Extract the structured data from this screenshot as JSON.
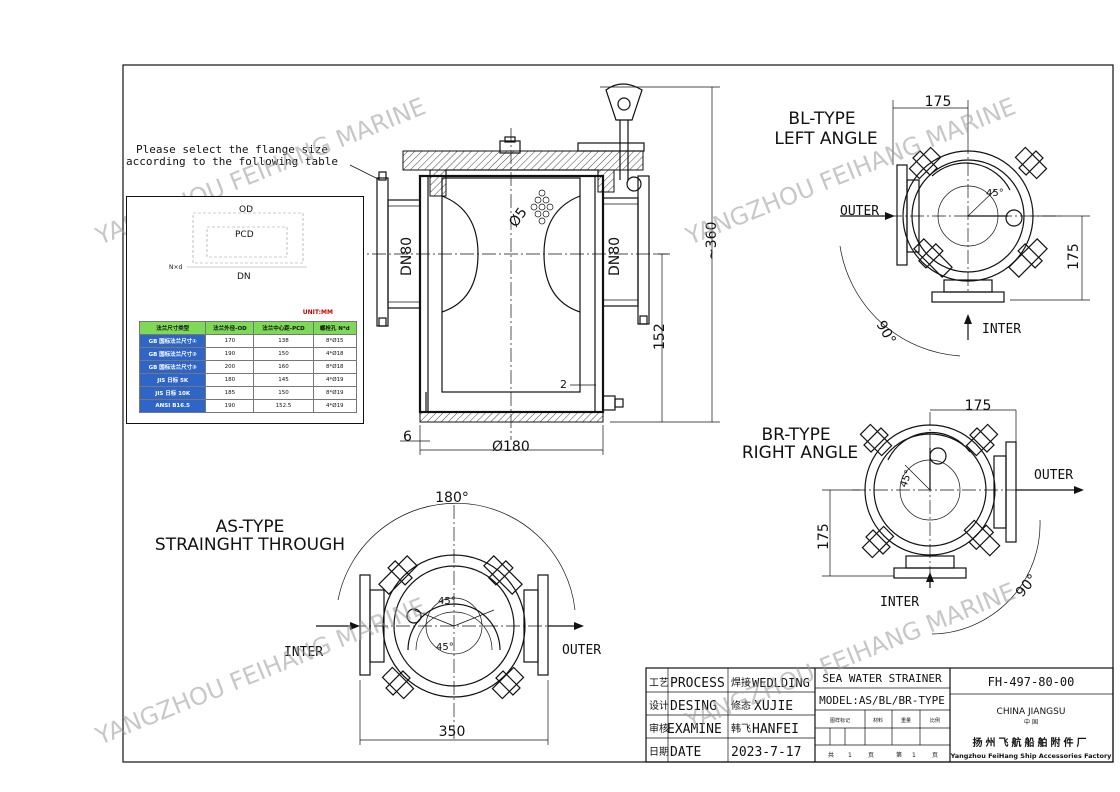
{
  "watermark": "YANGZHOU FEIHANG MARINE",
  "note": [
    "Please select the flange size",
    "according to the following table"
  ],
  "flange_table": {
    "unit": "UNIT:MM",
    "sketch_labels": {
      "od": "OD",
      "pcd": "PCD",
      "dn": "DN",
      "nd": "N×d"
    },
    "headers": [
      "法兰尺寸类型",
      "法兰外径-OD",
      "法兰中心距-PCD",
      "螺栓孔 N*d"
    ],
    "rows": [
      [
        "GB 国标法兰尺寸①",
        "170",
        "138",
        "8*Ø15"
      ],
      [
        "GB 国标法兰尺寸②",
        "190",
        "150",
        "4*Ø18"
      ],
      [
        "GB 国标法兰尺寸③",
        "200",
        "160",
        "8*Ø18"
      ],
      [
        "JIS 日标 5K",
        "180",
        "145",
        "4*Ø19"
      ],
      [
        "JIS 日标 10K",
        "185",
        "150",
        "8*Ø19"
      ],
      [
        "ANSI B16.5",
        "190",
        "152.5",
        "4*Ø19"
      ]
    ]
  },
  "main_view": {
    "dn_left": "DN80",
    "dn_right": "DN80",
    "hole": "Ø5",
    "height_total": "~360",
    "height_lower": "152",
    "wall": "2",
    "base": "6",
    "diameter": "Ø180"
  },
  "bl_type": {
    "title": [
      "BL-TYPE",
      "LEFT ANGLE"
    ],
    "dim_top": "175",
    "dim_side": "175",
    "angle": "45°",
    "arc": "90°",
    "outer": "OUTER",
    "inter": "INTER"
  },
  "br_type": {
    "title": [
      "BR-TYPE",
      "RIGHT ANGLE"
    ],
    "dim_top": "175",
    "dim_side": "175",
    "angle": "45°",
    "arc": "90°",
    "outer": "OUTER",
    "inter": "INTER"
  },
  "as_type": {
    "title": [
      "AS-TYPE",
      "STRAINGHT THROUGH"
    ],
    "arc": "180°",
    "angle1": "45°",
    "angle2": "45°",
    "width": "350",
    "inter": "INTER",
    "outer": "OUTER"
  },
  "title_block": {
    "process_cn": "工艺",
    "process": "PROCESS",
    "weld_cn": "焊接",
    "weld": "WEDLDING",
    "design_cn": "设计",
    "design": "DESING",
    "check_cn": "修态",
    "checker": "XUJIE",
    "examine_cn": "审核",
    "examine": "EXAMINE",
    "audit_cn": "韩飞",
    "auditor": "HANFEI",
    "date_cn": "日期",
    "date_label": "DATE",
    "date": "2023-7-17",
    "product": "SEA WATER STRAINER",
    "model": "MODEL:AS/BL/BR-TYPE",
    "sub_headers": [
      "图样标记",
      "材料",
      "重量",
      "比例"
    ],
    "bottom_row": [
      "共",
      "1",
      "页",
      "第",
      "1",
      "页"
    ],
    "drawing_no": "FH-497-80-00",
    "location": "CHINA JIANGSU",
    "location_cn": "中 国",
    "company_cn": "扬州飞航船舶附件厂",
    "company_en": "Yangzhou FeiHang Ship Accessories Factory"
  }
}
